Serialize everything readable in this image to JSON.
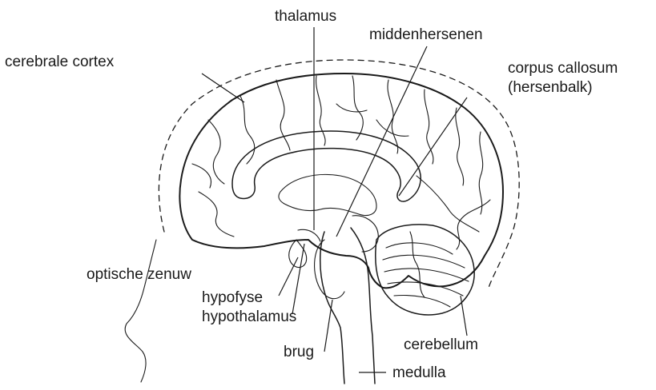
{
  "diagram": {
    "labels": {
      "thalamus": "thalamus",
      "midbrain": "middenhersenen",
      "cortex": "cerebrale cortex",
      "corpus_callosum_1": "corpus callosum",
      "corpus_callosum_2": "(hersenbalk)",
      "optic_nerve": "optische zenuw",
      "pituitary": "hypofyse",
      "hypothalamus": "hypothalamus",
      "pons": "brug",
      "cerebellum": "cerebellum",
      "medulla": "medulla"
    },
    "colors": {
      "ink": "#1a1a1a",
      "background": "#ffffff"
    }
  }
}
